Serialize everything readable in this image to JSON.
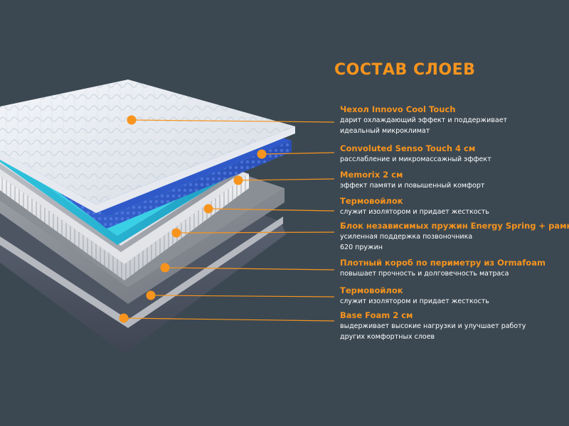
{
  "title": "СОСТАВ СЛОЕВ",
  "layers": [
    {
      "name": "Чехол Innovo Cool Touch",
      "desc": [
        "дарит охлаждающий эффект и поддерживает",
        "идеальный микроклимат"
      ]
    },
    {
      "name": "Convoluted Senso Touch 4 см",
      "desc": [
        "расслабление и микромассажный эффект"
      ]
    },
    {
      "name": "Memorix 2 см",
      "desc": [
        "эффект памяти и повышенный комфорт"
      ]
    },
    {
      "name": "Термовойлок",
      "desc": [
        "служит изолятором и придает жесткость"
      ]
    },
    {
      "name": "Блок независимых пружин Energy Spring + рамка",
      "desc": [
        "усиленная поддержка позвоночника",
        "620 пружин"
      ]
    },
    {
      "name": "Плотный короб по периметру из Ormafoam",
      "desc": [
        "повышает прочность и долговечность матраса"
      ]
    },
    {
      "name": "Термовойлок",
      "desc": [
        "служит изолятором и придает жесткость"
      ]
    },
    {
      "name": "Base Foam 2 см",
      "desc": [
        "выдерживает высокие нагрузки и улучшает работу",
        "других комфортных слоев"
      ]
    }
  ],
  "colors": {
    "background": "#3b4852",
    "accent": "#f7941d",
    "text": "#ffffff"
  }
}
